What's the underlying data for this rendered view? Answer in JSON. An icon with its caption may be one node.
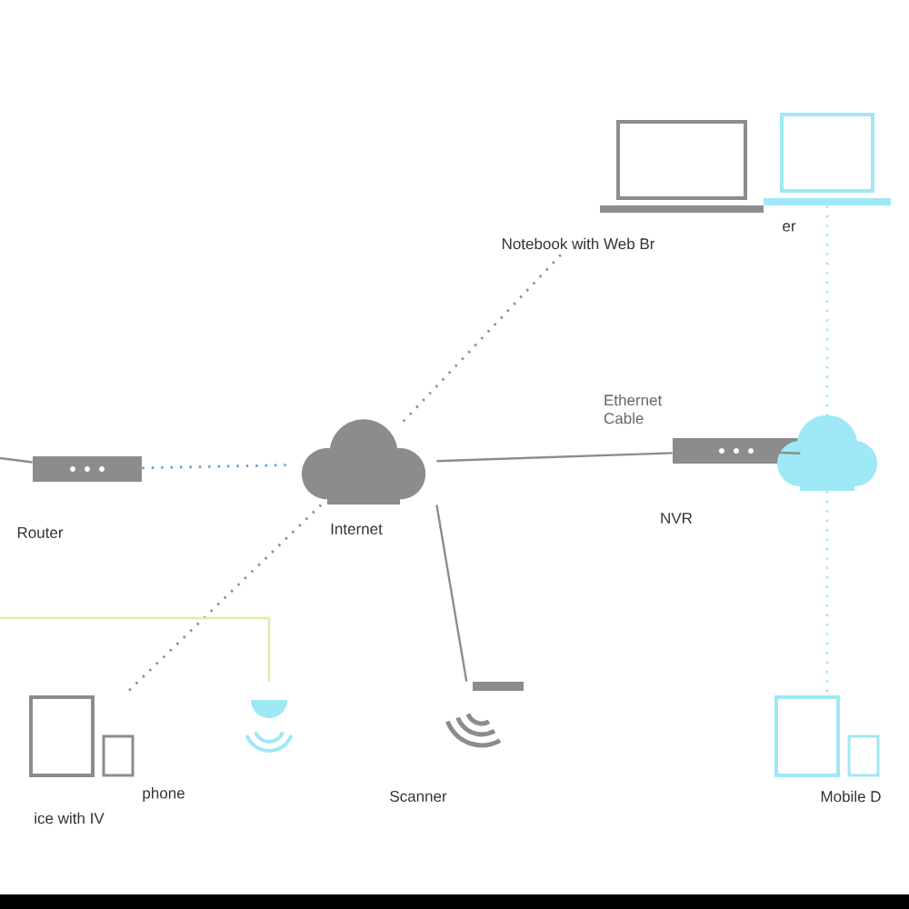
{
  "diagram": {
    "nodes": [
      {
        "text": [
          "Notebook with Web Br"
        ]
      },
      {
        "text": [
          "er"
        ]
      },
      {
        "text": [
          "Router"
        ]
      },
      {
        "text": [
          "Internet"
        ]
      },
      {
        "text": [
          "NVR"
        ]
      },
      {
        "text": [],
        "shape": "cloud"
      },
      {
        "text": [
          "phone",
          "ice with IV"
        ]
      },
      {
        "text": [],
        "shape": "picture"
      },
      {
        "text": [
          "Scanner"
        ]
      },
      {
        "text": [
          "Mobile D"
        ]
      }
    ],
    "edges": [
      {
        "from": 0,
        "to": 3,
        "arrow": "none",
        "style": "dashed"
      },
      {
        "from": null,
        "to": 2,
        "arrow": "none"
      },
      {
        "from": 2,
        "to": 3,
        "arrow": "none",
        "style": "dashed",
        "color": "#5aa0e0"
      },
      {
        "from": 3,
        "to": 4,
        "arrow": "none",
        "label": "Ethernet Cable"
      },
      {
        "from": 4,
        "to": 5,
        "arrow": "none"
      },
      {
        "from": 3,
        "to": 6,
        "arrow": "none",
        "style": "dashed"
      },
      {
        "from": null,
        "to": 7,
        "arrow": "none",
        "color": "#d8f0a0"
      },
      {
        "from": 3,
        "to": 8,
        "arrow": "none"
      },
      {
        "from": 1,
        "to": 5,
        "arrow": "none",
        "style": "dashed",
        "color": "#9fe8f5"
      },
      {
        "from": 5,
        "to": 9,
        "arrow": "none",
        "style": "dashed",
        "color": "#9fe8f5"
      }
    ]
  }
}
